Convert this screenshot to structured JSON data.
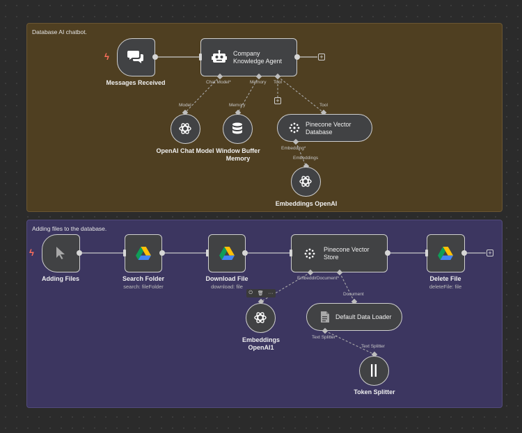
{
  "stickies": {
    "chatbot": {
      "label": "Database AI chatbot.",
      "color": "#4f3f21"
    },
    "files": {
      "label": "Adding files to the database.",
      "color": "#3c3660"
    }
  },
  "nodes": {
    "messages_received": {
      "label": "Messages Received",
      "icon": "chat-bubbles-icon"
    },
    "agent": {
      "label_line1": "Company",
      "label_line2": "Knowledge Agent",
      "icon": "robot-icon"
    },
    "openai_chat_model": {
      "label": "OpenAI Chat Model",
      "icon": "openai-icon"
    },
    "window_buffer_memory": {
      "label_line1": "Window Buffer",
      "label_line2": "Memory",
      "icon": "database-icon"
    },
    "pinecone_db": {
      "label_line1": "Pinecone Vector",
      "label_line2": "Database",
      "icon": "pinecone-icon"
    },
    "embeddings_openai": {
      "label": "Embeddings OpenAI",
      "icon": "openai-icon"
    },
    "adding_files": {
      "label": "Adding Files",
      "icon": "cursor-icon"
    },
    "search_folder": {
      "label": "Search Folder",
      "sub": "search: fileFolder",
      "icon": "google-drive-icon"
    },
    "download_file": {
      "label": "Download File",
      "sub": "download: file",
      "icon": "google-drive-icon"
    },
    "pinecone_store": {
      "label_line1": "Pinecone Vector",
      "label_line2": "Store",
      "icon": "pinecone-icon"
    },
    "delete_file": {
      "label": "Delete File",
      "sub": "deleteFile: file",
      "icon": "google-drive-icon"
    },
    "embeddings_openai1": {
      "label_line1": "Embeddings",
      "label_line2": "OpenAI1",
      "icon": "openai-icon"
    },
    "default_data_loader": {
      "label": "Default Data Loader",
      "icon": "document-icon"
    },
    "token_splitter": {
      "label": "Token Splitter",
      "icon": "splitter-icon"
    }
  },
  "ports": {
    "chat_model_star": "Chat Model*",
    "memory": "Memory",
    "tool": "Tool",
    "model": "Model",
    "memory_in": "Memory",
    "tool_in": "Tool",
    "embedding_star": "Embedding*",
    "embeddings": "Embeddings",
    "embedding_document": "EmbeddirDocument*",
    "document": "Document",
    "text_splitter_star": "Text Splitter*",
    "text_splitter": "Text Splitter"
  },
  "toolbar": {
    "power": "⏻",
    "delete": "🗑",
    "more": "···"
  },
  "plus_symbol": "+",
  "colors": {
    "trigger_bolt": "#ff6f5c",
    "node_fill": "#414244",
    "node_border": "#cfcfcf"
  }
}
